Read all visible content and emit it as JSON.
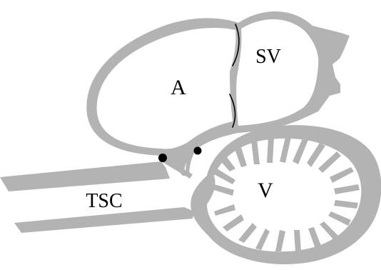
{
  "diagram": {
    "labels": {
      "atrium": "A",
      "sinus_venosus": "SV",
      "ventricle": "V",
      "outflow": "TSC"
    },
    "colors": {
      "tissue": "#b3b3b3",
      "lumen": "#ffffff",
      "outline": "#000000"
    }
  }
}
